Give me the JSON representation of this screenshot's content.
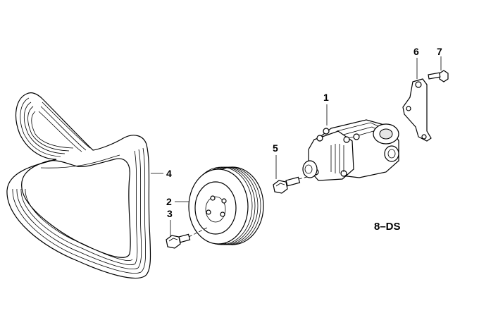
{
  "labels": {
    "pump": "1",
    "pulley": "2",
    "pulley_bolt": "3",
    "belt": "4",
    "pump_bolt": "5",
    "bracket": "6",
    "bracket_bolt": "7"
  },
  "diagram_code": "8–DS"
}
